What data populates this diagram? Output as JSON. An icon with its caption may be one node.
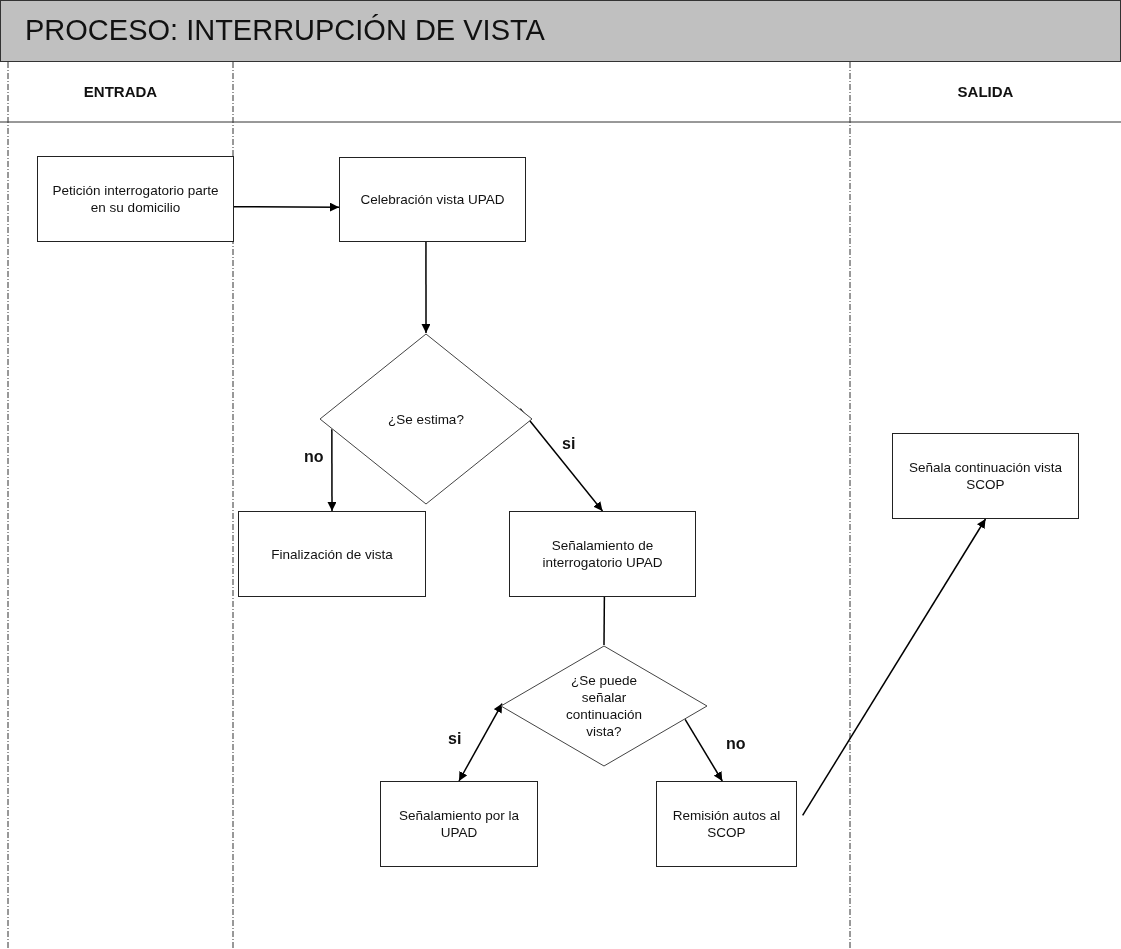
{
  "diagram": {
    "title": "PROCESO: INTERRUPCIÓN DE VISTA",
    "nodes": [
      {
        "text": [
          "Petición interrogatorio parte en su domicilio"
        ]
      },
      {
        "text": [
          "Celebración vista UPAD"
        ]
      },
      {
        "text": [
          "¿Se estima?"
        ]
      },
      {
        "text": [
          "Finalización de vista"
        ]
      },
      {
        "text": [
          "Señalamiento de interrogatorio UPAD"
        ]
      },
      {
        "text": [
          "¿Se puede señalar continuación vista?"
        ]
      },
      {
        "text": [
          "Señalamiento por la UPAD"
        ]
      },
      {
        "text": [
          "Remisión autos al SCOP"
        ]
      },
      {
        "text": [
          "Señala continuación vista SCOP"
        ]
      }
    ],
    "edges": [
      {
        "from": 0,
        "to": 1,
        "arrow": "to"
      },
      {
        "from": 1,
        "to": 2,
        "arrow": "to"
      },
      {
        "from": 2,
        "to": 3,
        "arrow": "to",
        "label": "no"
      },
      {
        "from": 2,
        "to": 4,
        "arrow": "to",
        "label": "si"
      },
      {
        "from": 4,
        "to": 5,
        "arrow": "none"
      },
      {
        "from": 5,
        "to": 6,
        "arrow": "both",
        "label": "si"
      },
      {
        "from": 5,
        "to": 7,
        "arrow": "to",
        "label": "no"
      },
      {
        "from": 7,
        "to": 8,
        "arrow": "to"
      }
    ],
    "labels": [
      "ENTRADA",
      "SALIDA"
    ]
  }
}
